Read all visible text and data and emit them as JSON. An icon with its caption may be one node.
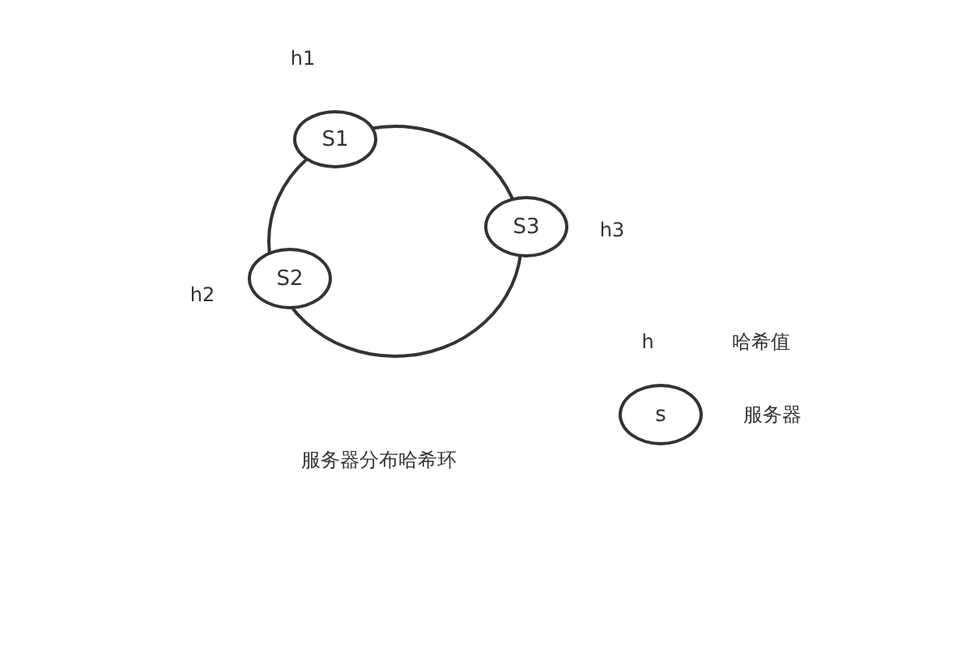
{
  "diagram": {
    "caption": "服务器分布哈希环",
    "nodes": [
      {
        "text": [],
        "shape": "circle"
      },
      {
        "text": [
          "S1"
        ],
        "beside": [
          "h1"
        ]
      },
      {
        "text": [
          "S3"
        ],
        "beside": [
          "h3"
        ]
      },
      {
        "text": [
          "S2"
        ],
        "beside": [
          "h2"
        ]
      },
      {
        "text": [
          "s"
        ],
        "beside": [
          "服务器"
        ]
      }
    ],
    "labels": [
      "h",
      "哈希值"
    ]
  }
}
